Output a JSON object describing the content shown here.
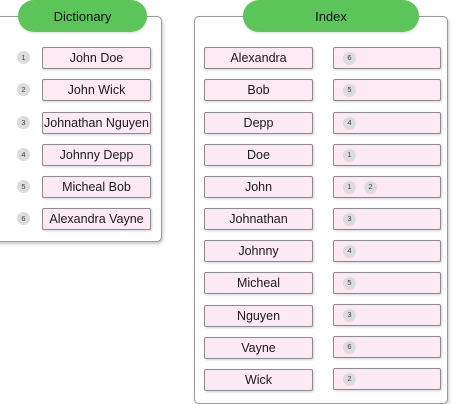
{
  "dictionary": {
    "title": "Dictionary",
    "entries": [
      {
        "id": "1",
        "name": "John Doe"
      },
      {
        "id": "2",
        "name": "John Wick"
      },
      {
        "id": "3",
        "name": "Johnathan Nguyen"
      },
      {
        "id": "4",
        "name": "Johnny Depp"
      },
      {
        "id": "5",
        "name": "Micheal Bob"
      },
      {
        "id": "6",
        "name": "Alexandra Vayne"
      }
    ]
  },
  "index": {
    "title": "Index",
    "entries": [
      {
        "word": "Alexandra",
        "refs": [
          "6"
        ]
      },
      {
        "word": "Bob",
        "refs": [
          "5"
        ]
      },
      {
        "word": "Depp",
        "refs": [
          "4"
        ]
      },
      {
        "word": "Doe",
        "refs": [
          "1"
        ]
      },
      {
        "word": "John",
        "refs": [
          "1",
          "2"
        ]
      },
      {
        "word": "Johnathan",
        "refs": [
          "3"
        ]
      },
      {
        "word": "Johnny",
        "refs": [
          "4"
        ]
      },
      {
        "word": "Micheal",
        "refs": [
          "5"
        ]
      },
      {
        "word": "Nguyen",
        "refs": [
          "3"
        ]
      },
      {
        "word": "Vayne",
        "refs": [
          "6"
        ]
      },
      {
        "word": "Wick",
        "refs": [
          "2"
        ]
      }
    ]
  },
  "colors": {
    "header_pill": "#5cc55a",
    "box_fill": "#fde9f4",
    "badge_fill": "#dcdcdc"
  }
}
